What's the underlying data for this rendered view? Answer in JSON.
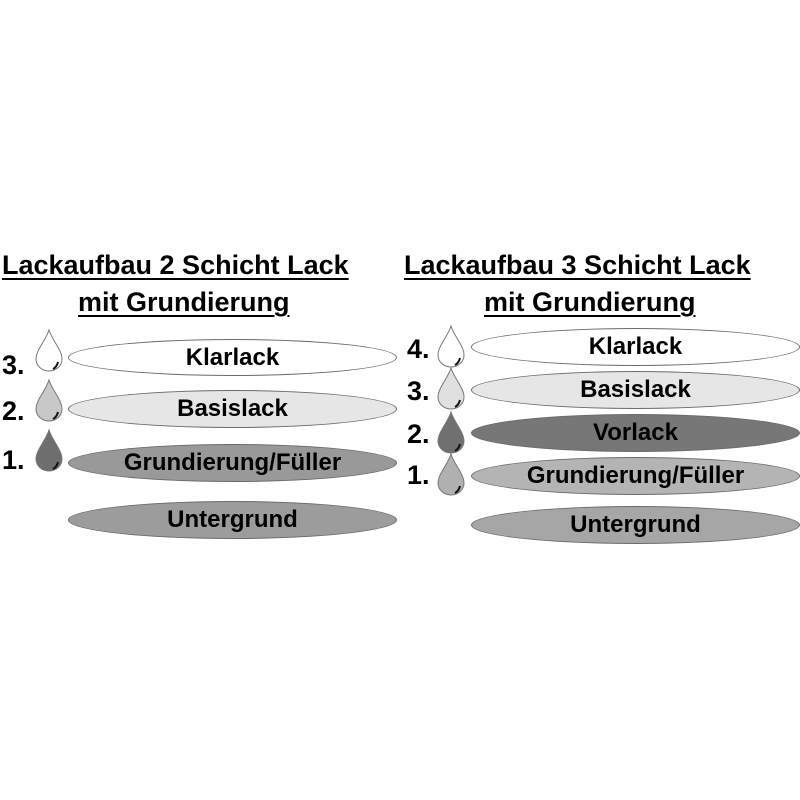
{
  "left_panel": {
    "title_line1": "Lackaufbau 2 Schicht Lack",
    "title_line2": "mit Grundierung",
    "layers": [
      {
        "number": "3.",
        "label": "Klarlack",
        "color": "#ffffff",
        "drop_color": "#ffffff"
      },
      {
        "number": "2.",
        "label": "Basislack",
        "color": "#e6e6e6",
        "drop_color": "#c8c8c8"
      },
      {
        "number": "1.",
        "label": "Grundierung/Füller",
        "color": "#999999",
        "drop_color": "#6e6e6e"
      }
    ],
    "base": {
      "label": "Untergrund",
      "color": "#9c9c9c"
    }
  },
  "right_panel": {
    "title_line1": "Lackaufbau 3 Schicht Lack",
    "title_line2": "mit Grundierung",
    "layers": [
      {
        "number": "4.",
        "label": "Klarlack",
        "color": "#ffffff",
        "drop_color": "#ffffff"
      },
      {
        "number": "3.",
        "label": "Basislack",
        "color": "#e6e6e6",
        "drop_color": "#e0e0e0"
      },
      {
        "number": "2.",
        "label": "Vorlack",
        "color": "#777777",
        "drop_color": "#707070"
      },
      {
        "number": "1.",
        "label": "Grundierung/Füller",
        "color": "#b4b4b4",
        "drop_color": "#b0b0b0"
      }
    ],
    "base": {
      "label": "Untergrund",
      "color": "#a6a6a6"
    }
  }
}
